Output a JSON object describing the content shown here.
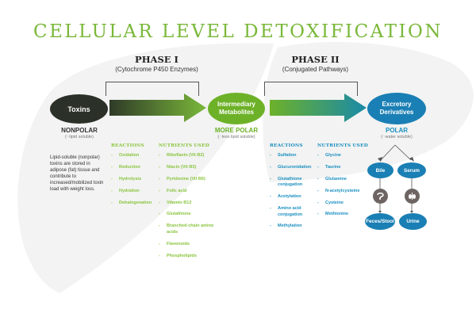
{
  "title": "CELLULAR LEVEL DETOXIFICATION",
  "colors": {
    "title_green": "#7ab83a",
    "phase1_green": "#8bc540",
    "phase2_blue": "#1a8fc0",
    "toxin_dark": "#2b3128",
    "node_green": "#6db128",
    "node_blue": "#1a7fb4",
    "organ_gray": "#6e6563",
    "background_shape": "#f2f3f2"
  },
  "phase1": {
    "heading": "PHASE I",
    "subheading": "(Cytochrome P450 Enzymes)",
    "reactions_header": "REACTIONS",
    "reactions": [
      "Oxidation",
      "Reduction",
      "Hydrolysis",
      "Hydration",
      "Dehalogenation"
    ],
    "nutrients_header": "NUTRIENTS USED",
    "nutrients": [
      "Riboflavin (Vit B2)",
      "Niacin (Vit B3)",
      "Pyridoxine (Vit B6)",
      "Folic acid",
      "Vitamin B12",
      "Glutathione",
      "Branched-chain amino acids",
      "Flavonoids",
      "Phospholipids"
    ]
  },
  "phase2": {
    "heading": "PHASE II",
    "subheading": "(Conjugated Pathways)",
    "reactions_header": "REACTIONS",
    "reactions": [
      "Sulfation",
      "Glucuronidation",
      "Glutathione conjugation",
      "Acetylation",
      "Amino acid conjugation",
      "Methylation"
    ],
    "nutrients_header": "NUTRIENTS USED",
    "nutrients": [
      "Glycine",
      "Taurine",
      "Glutamine",
      "N-acetylcysteine",
      "Cysteine",
      "Methionine"
    ]
  },
  "nodes": {
    "toxins": {
      "label": "Toxins",
      "polarity": "NONPOLAR",
      "solubility": "(∴lipid soluble)"
    },
    "intermediary": {
      "label_line1": "Intermediary",
      "label_line2": "Metabolites",
      "polarity": "MORE POLAR",
      "solubility": "(∴less lipid soluble)"
    },
    "excretory": {
      "label_line1": "Excretory",
      "label_line2": "Derivatives",
      "polarity": "POLAR",
      "solubility": "(∴water soluble)"
    }
  },
  "toxin_note": "Lipid-soluble (nonpolar) toxins are stored in adipose (fat) tissue and contribute to increased/mobilized toxin load with weight loss.",
  "excretion": {
    "bile": "Bile",
    "serum": "Serum",
    "feces": "Feces/Stool",
    "urine": "Urine",
    "bile_organ_icon": "liver-intestine-icon",
    "serum_organ_icon": "kidneys-icon"
  }
}
